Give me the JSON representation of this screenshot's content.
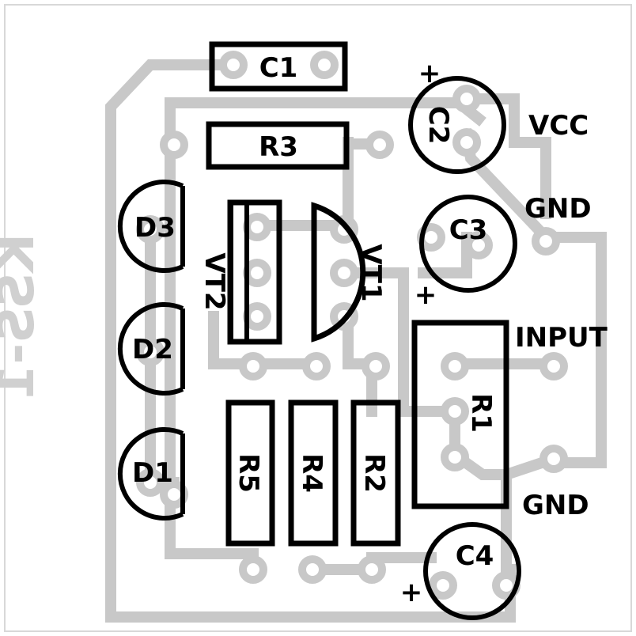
{
  "board_label": "KSS-1",
  "components": {
    "c1": "C1",
    "c2": "C2",
    "c3": "C3",
    "c4": "C4",
    "r1": "R1",
    "r2": "R2",
    "r3": "R3",
    "r4": "R4",
    "r5": "R5",
    "d1": "D1",
    "d2": "D2",
    "d3": "D3",
    "vt1": "VT1",
    "vt2": "VT2"
  },
  "nets": {
    "vcc": "VCC",
    "gnd_top": "GND",
    "input": "INPUT",
    "gnd_bottom": "GND"
  },
  "polarity": {
    "c2": "+",
    "c3": "+",
    "c4": "+"
  },
  "colors": {
    "silkscreen": "#000000",
    "copper_trace": "#c8c8c8",
    "background": "#ffffff"
  }
}
